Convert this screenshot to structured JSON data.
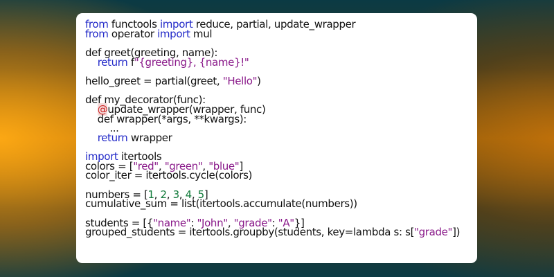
{
  "code": {
    "lines": [
      [
        {
          "t": "from",
          "c": "kw"
        },
        {
          "t": " functools "
        },
        {
          "t": "import",
          "c": "kw"
        },
        {
          "t": " reduce, partial, update_wrapper"
        }
      ],
      [
        {
          "t": "from",
          "c": "kw"
        },
        {
          "t": " operator "
        },
        {
          "t": "import",
          "c": "kw"
        },
        {
          "t": " mul"
        }
      ],
      [],
      [
        {
          "t": "def greet(greeting, name):"
        }
      ],
      [
        {
          "t": "    "
        },
        {
          "t": "return",
          "c": "kw"
        },
        {
          "t": " f"
        },
        {
          "t": "\"{greeting}, {name}!\"",
          "c": "str"
        }
      ],
      [],
      [
        {
          "t": "hello_greet = partial(greet, "
        },
        {
          "t": "\"Hello\"",
          "c": "str"
        },
        {
          "t": ")"
        }
      ],
      [],
      [
        {
          "t": "def my_decorator(func):"
        }
      ],
      [
        {
          "t": "    "
        },
        {
          "t": "@",
          "c": "at"
        },
        {
          "t": "update_wrapper(wrapper, func)"
        }
      ],
      [
        {
          "t": "    def wrapper(*args, **kwargs):"
        }
      ],
      [
        {
          "t": "        ..."
        }
      ],
      [
        {
          "t": "    "
        },
        {
          "t": "return",
          "c": "kw"
        },
        {
          "t": " wrapper"
        }
      ],
      [],
      [
        {
          "t": "import",
          "c": "kw"
        },
        {
          "t": " itertools"
        }
      ],
      [
        {
          "t": "colors = ["
        },
        {
          "t": "\"red\"",
          "c": "str"
        },
        {
          "t": ", "
        },
        {
          "t": "\"green\"",
          "c": "str"
        },
        {
          "t": ", "
        },
        {
          "t": "\"blue\"",
          "c": "str"
        },
        {
          "t": "]"
        }
      ],
      [
        {
          "t": "color_iter = itertools.cycle(colors)"
        }
      ],
      [],
      [
        {
          "t": "numbers = ["
        },
        {
          "t": "1",
          "c": "num"
        },
        {
          "t": ", "
        },
        {
          "t": "2",
          "c": "num"
        },
        {
          "t": ", "
        },
        {
          "t": "3",
          "c": "num"
        },
        {
          "t": ", "
        },
        {
          "t": "4",
          "c": "num"
        },
        {
          "t": ", "
        },
        {
          "t": "5",
          "c": "num"
        },
        {
          "t": "]"
        }
      ],
      [
        {
          "t": "cumulative_sum = list(itertools.accumulate(numbers))"
        }
      ],
      [],
      [
        {
          "t": "students = [{"
        },
        {
          "t": "\"name\"",
          "c": "str"
        },
        {
          "t": ": "
        },
        {
          "t": "\"John\"",
          "c": "str"
        },
        {
          "t": ", "
        },
        {
          "t": "\"grade\"",
          "c": "str"
        },
        {
          "t": ": "
        },
        {
          "t": "\"A\"",
          "c": "str"
        },
        {
          "t": "}]"
        }
      ],
      [
        {
          "t": "grouped_students = itertools.groupby(students, key=lambda s: s["
        },
        {
          "t": "\"grade\"",
          "c": "str"
        },
        {
          "t": "])"
        }
      ]
    ]
  }
}
